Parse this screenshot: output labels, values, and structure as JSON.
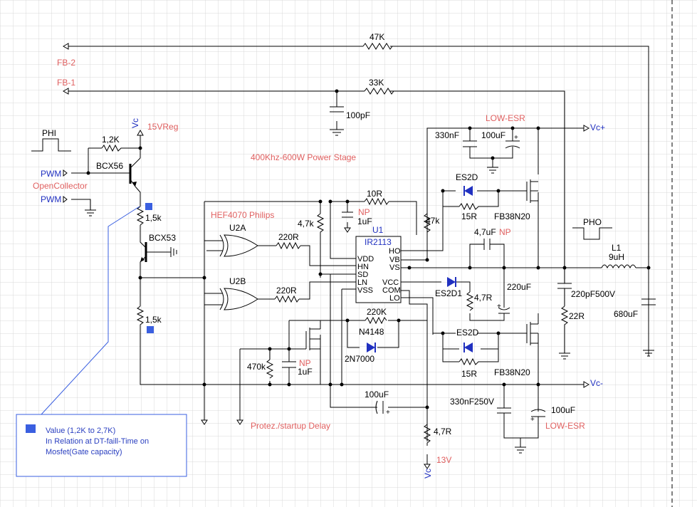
{
  "labels": {
    "fb2": "FB-2",
    "fb1": "FB-1",
    "r47k_top": "47K",
    "r33k": "33K",
    "c100pf": "100pF",
    "phi": "PHI",
    "pho": "PHO",
    "vc_top": "Vc",
    "v15reg": "15VReg",
    "r12k": "1,2K",
    "bcx56": "BCX56",
    "pwm1": "PWM",
    "pwm2": "PWM",
    "opencollector": "OpenCollector",
    "r15k_1": "1,5k",
    "r15k_2": "1,5k",
    "bcx53": "BCX53",
    "power_stage": "400Khz-600W Power Stage",
    "hef4070": "HEF4070 Philips",
    "u2a": "U2A",
    "u2b": "U2B",
    "r220_1": "220R",
    "r220_2": "220R",
    "r47k_small": "4,7k",
    "r10r": "10R",
    "np1": "NP",
    "c1uf_1": "1uF",
    "u1": "U1",
    "ir2113": "IR2113",
    "pin_vdd": "VDD",
    "pin_hn": "HN",
    "pin_sd": "SD",
    "pin_ln": "LN",
    "pin_vss": "VSS",
    "pin_ho": "HO",
    "pin_vb": "VB",
    "pin_vs": "VS",
    "pin_vcc": "VCC",
    "pin_com": "COM",
    "pin_lo": "LO",
    "low_esr_top": "LOW-ESR",
    "c330nf": "330nF",
    "c100uf_top": "100uF",
    "vc_plus": "Vc+",
    "es2d_top": "ES2D",
    "r15r_top": "15R",
    "fb38n20_top": "FB38N20",
    "r47k_side": "47k",
    "c47uf": "4,7uF",
    "np2": "NP",
    "l1": "L1",
    "l1_val": "9uH",
    "es2d1": "ES2D1",
    "r47r_mid": "4,7R",
    "c220uf": "220uF",
    "c220pf": "220pF500V",
    "r22r": "22R",
    "c680uf": "680uF",
    "r220k": "220K",
    "n4148": "N4148",
    "n2n7000": "2N7000",
    "es2d_bot": "ES2D",
    "r15r_bot": "15R",
    "fb38n20_bot": "FB38N20",
    "r470k": "470k",
    "np3": "NP",
    "c1uf_2": "1uF",
    "c100uf_mid": "100uF",
    "c330nf250v": "330nF250V",
    "c100uf_bot": "100uF",
    "low_esr_bot": "LOW-ESR",
    "vc_minus": "Vc-",
    "protez": "Protez./startup Delay",
    "r47r_bot": "4,7R",
    "v13": "13V",
    "vc_bot": "Vc"
  },
  "legend": {
    "line1": "Value (1,2K to 2,7K)",
    "line2": "In Relation at DT-faill-Time on",
    "line3": "Mosfet(Gate capacity)"
  },
  "colors": {
    "wire": "#000000",
    "label_red": "#e06060",
    "label_blue": "#2030c0",
    "marker": "#3a5fe0",
    "grid": "#d8d8d8"
  }
}
